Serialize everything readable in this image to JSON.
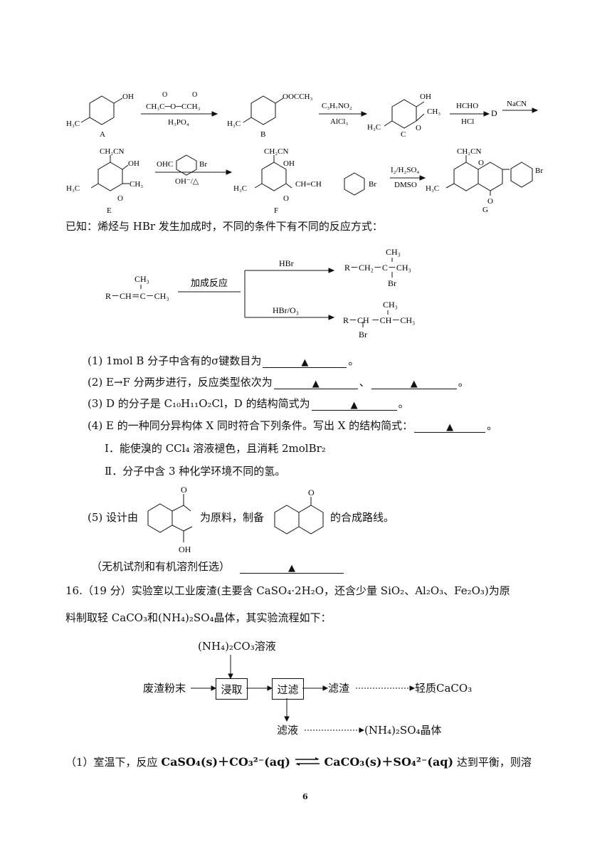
{
  "scheme": {
    "labels": {
      "A": "A",
      "B": "B",
      "C": "C",
      "D": "D",
      "E": "E",
      "F": "F",
      "G": "G"
    },
    "substituents": {
      "oh": "OH",
      "h3c": "H₃C",
      "ch3": "CH₃",
      "ococh3": "OOCCH₃",
      "ch2cn": "CH₂CN",
      "o": "O",
      "br": "Br",
      "ohc": "OHC",
      "chch": "CH=CH"
    },
    "arrows": {
      "a1_top": "CH₃C─O─CCH₃",
      "a1_o": "O",
      "a1_bottom": "H₃PO₄",
      "a2_top": "C₃H₇NO₂",
      "a2_bottom": "AlCl₃",
      "a3_top": "HCHO",
      "a3_bottom": "HCl",
      "a4_top": "NaCN",
      "a5_bottom": "OH⁻/△",
      "a6_top": "I₂/H₂SO₄",
      "a6_bottom": "DMSO"
    }
  },
  "known": {
    "intro": "已知：烯烃与 HBr 发生加成时，不同的条件下有不同的反应方式：",
    "reactant_main": "R－CH＝C－CH₃",
    "reactant_ch3": "CH₃",
    "arrow_label": "加成反应",
    "upper_reagent": "HBr",
    "upper_main": "R－CH₂－C－CH₃",
    "upper_ch3": "CH₃",
    "upper_br": "Br",
    "lower_reagent": "HBr/O₃",
    "lower_main": "R－CH －CH－CH₃",
    "lower_ch3": "CH₃",
    "lower_br": "Br"
  },
  "questions": {
    "q1": "(1) 1mol B 分子中含有的σ键数目为",
    "q2": "(2) E→F 分两步进行，反应类型依次为",
    "q2_sep": "、",
    "q3": "(3) D 的分子是 C₁₀H₁₁O₂Cl，D 的结构简式为",
    "q4": "(4) E 的一种同分异构体 X 同时符合下列条件。写出 X 的结构简式：",
    "q4_c1": "Ⅰ．能使溴的 CCl₄ 溶液褪色，且消耗 2molBr₂",
    "q4_c2": "Ⅱ．分子中含 3 种化学环境不同的氢。",
    "q5_a": "(5) 设计由",
    "q5_b": "为原料，制备",
    "q5_c": "的合成路线。",
    "q5_o1": "O",
    "q5_oh": "OH",
    "q5_o2": "O",
    "q5_note": "（无机试剂和有机溶剂任选）",
    "period": "。",
    "triangle": "▲"
  },
  "problem16": {
    "line1": "16.（19 分）实验室以工业废渣(主要含 CaSO₄·2H₂O，还含少量 SiO₂、Al₂O₃、Fe₂O₃)为原",
    "line2": "料制取轻 CaCO₃和(NH₄)₂SO₄晶体，其实验流程如下：",
    "flow": {
      "reagent": "(NH₄)₂CO₃溶液",
      "start": "废渣粉末",
      "step1": "浸取",
      "step2": "过滤",
      "residue": "滤渣",
      "product1": "轻质CaCO₃",
      "filtrate": "滤液",
      "product2": "(NH₄)₂SO₄晶体"
    },
    "q1_a": "（1）室温下，反应",
    "q1_eq_left": "CaSO₄(s)＋CO₃²⁻(aq)",
    "q1_eq_right": "CaCO₃(s)＋SO₄²⁻(aq)",
    "q1_b": "达到平衡，则溶"
  },
  "page_number": "6"
}
